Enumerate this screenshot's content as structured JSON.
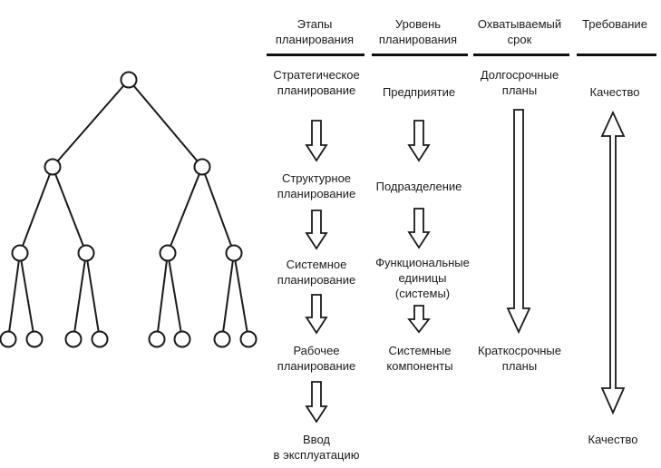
{
  "headers": {
    "stages": [
      "Этапы",
      "планирования"
    ],
    "level": [
      "Уровень",
      "планирования"
    ],
    "term": [
      "Охватываемый",
      "срок"
    ],
    "requirement": [
      "Требование"
    ]
  },
  "stages": [
    [
      "Стратегическое",
      "планирование"
    ],
    [
      "Структурное",
      "планирование"
    ],
    [
      "Системное",
      "планирование"
    ],
    [
      "Рабочее",
      "планирование"
    ],
    [
      "Ввод",
      "в эксплуатацию"
    ]
  ],
  "levels": [
    [
      "Предприятие"
    ],
    [
      "Подразделение"
    ],
    [
      "Функциональные",
      "единицы",
      "(системы)"
    ],
    [
      "Системные",
      "компоненты"
    ]
  ],
  "terms": {
    "top": [
      "Долгосрочные",
      "планы"
    ],
    "bottom": [
      "Краткосрочные",
      "планы"
    ]
  },
  "requirements": {
    "top": "Качество",
    "bottom": "Качество"
  }
}
